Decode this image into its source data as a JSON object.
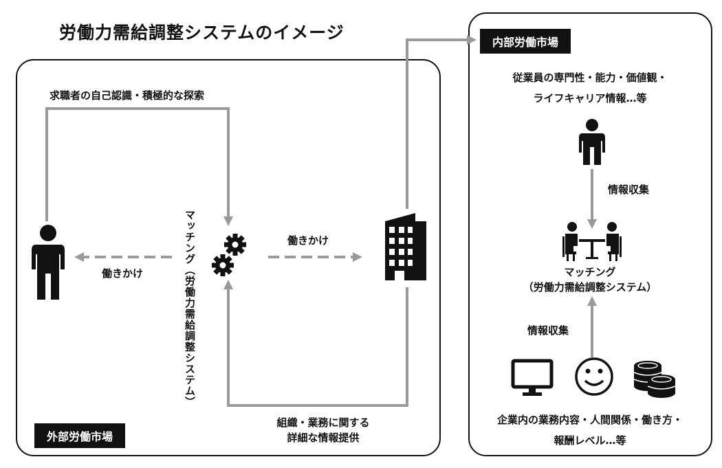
{
  "title": "労働力需給調整システムのイメージ",
  "outer": {
    "badge": "外部労働市場",
    "jobseeker_label": "求職者の自己認識・積極的な探索",
    "hataraki_left": "働きかけ",
    "hataraki_right": "働きかけ",
    "matching_vertical": "マッチング（労働力需給調整システム）",
    "info_line1": "組織・業務に関する",
    "info_line2": "詳細な情報提供"
  },
  "inner": {
    "badge": "内部労働市場",
    "employee_line1": "従業員の専門性・能力・価値観・",
    "employee_line2": "ライフキャリア情報…等",
    "collect_top": "情報収集",
    "matching_line1": "マッチング",
    "matching_line2": "（労働力需給調整システム）",
    "collect_bottom": "情報収集",
    "company_line1": "企業内の業務内容・人間関係・働き方・",
    "company_line2": "報酬レベル…等"
  },
  "icons": {
    "person_left": "person-icon",
    "gears": "gears-icon",
    "building": "building-icon",
    "person_right": "person-icon",
    "meeting": "meeting-icon",
    "monitor": "monitor-icon",
    "smiley": "smiley-icon",
    "coins": "coins-icon"
  },
  "colors": {
    "line_gray": "#9a9a9a",
    "ink": "#111111"
  }
}
